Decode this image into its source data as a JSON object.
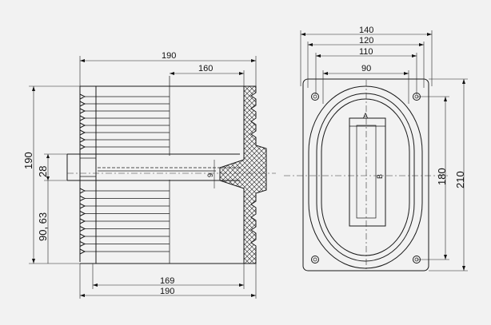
{
  "diagram": {
    "side_view": {
      "dim_overall_width": "190",
      "dim_inner_top": "160",
      "dim_height": "190",
      "dim_flange": "28",
      "dim_lower": "90, 63",
      "dim_gap": "9",
      "dim_bottom_inner": "169",
      "dim_bottom_overall": "190"
    },
    "front_view": {
      "dim_140": "140",
      "dim_120": "120",
      "dim_110": "110",
      "dim_90": "90",
      "dim_180": "180",
      "dim_210": "210",
      "label_a": "A",
      "label_b": "B"
    }
  }
}
